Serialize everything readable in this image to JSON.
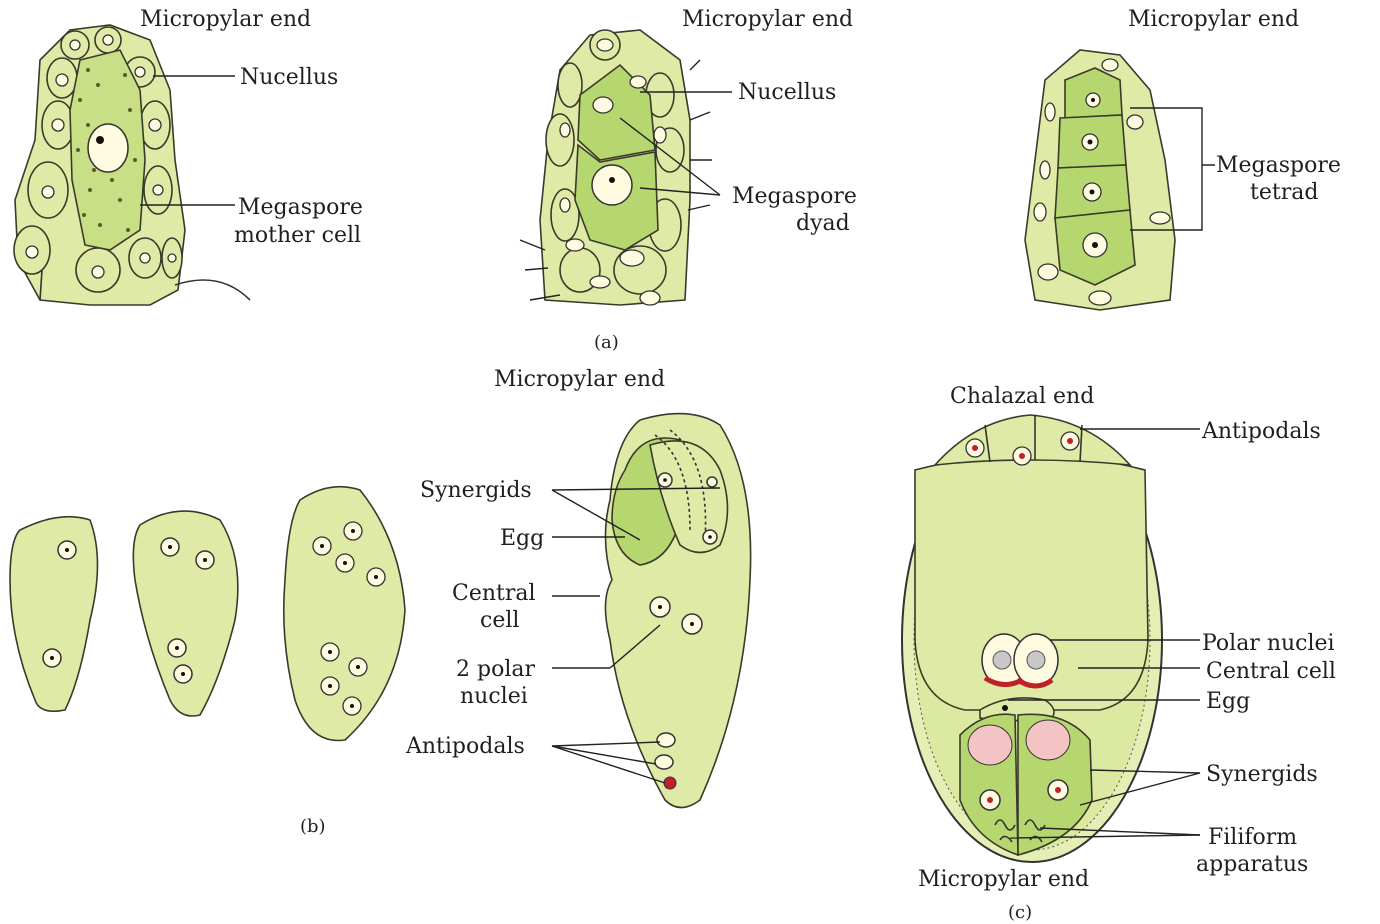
{
  "colors": {
    "cell_fill": "#dfeaa6",
    "cell_dark": "#b6d670",
    "outline": "#333333",
    "nucleus_red": "#c0202a",
    "vacuole_pink": "#f4c4c4",
    "background": "#ffffff"
  },
  "panel_a": {
    "cell1": {
      "top": "Micropylar end",
      "nucellus": "Nucellus",
      "mmc_line1": "Megaspore",
      "mmc_line2": "mother cell"
    },
    "cell2": {
      "top": "Micropylar end",
      "nucellus": "Nucellus",
      "dyad_line1": "Megaspore",
      "dyad_line2": "dyad"
    },
    "cell3": {
      "top": "Micropylar end",
      "tetrad_line1": "Megaspore",
      "tetrad_line2": "tetrad"
    },
    "caption": "(a)"
  },
  "panel_b": {
    "caption": "(b)",
    "sac_top": "Micropylar end",
    "synergids": "Synergids",
    "egg": "Egg",
    "central_line1": "Central",
    "central_line2": "cell",
    "polar_line1": "2 polar",
    "polar_line2": "nuclei",
    "antipodals": "Antipodals"
  },
  "panel_c": {
    "top": "Chalazal end",
    "antipodals": "Antipodals",
    "polar_nuclei": "Polar nuclei",
    "central_cell": "Central cell",
    "egg": "Egg",
    "synergids": "Synergids",
    "filiform_line1": "Filiform",
    "filiform_line2": "apparatus",
    "bottom": "Micropylar end",
    "caption": "(c)"
  }
}
